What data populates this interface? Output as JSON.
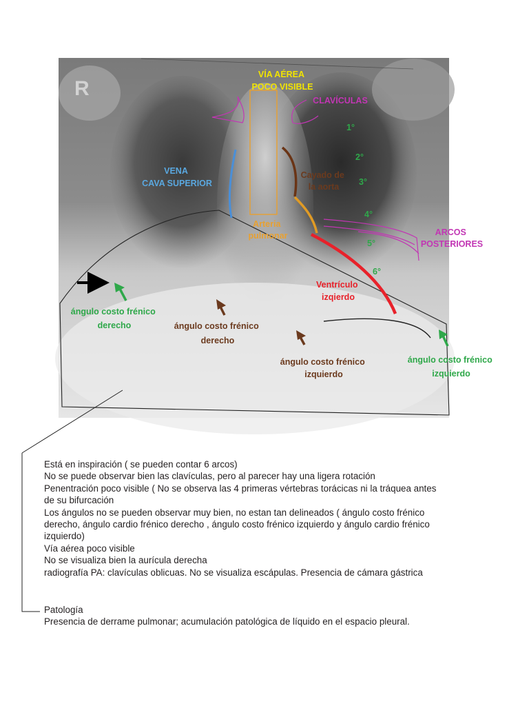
{
  "labels": {
    "airway": [
      "VÍA AÉREA",
      "POCO VISIBLE"
    ],
    "clavicles": "CLAVÍCULAS",
    "vena_cava": [
      "VENA",
      "CAVA SUPERIOR"
    ],
    "aortic_arch": [
      "Cayado de",
      "la aorta"
    ],
    "pulmonary_artery": [
      "Arteria",
      "pulmonar"
    ],
    "posterior_arcs": [
      "ARCOS",
      "POSTERIORES"
    ],
    "ribs": [
      "1°",
      "2°",
      "3°",
      "4°",
      "5°",
      "6°"
    ],
    "left_ventricle": [
      "Ventrículo",
      "izqierdo"
    ],
    "angle_right_green": [
      "ángulo costo frénico",
      "derecho"
    ],
    "angle_right_brown": [
      "ángulo costo frénico",
      "derecho"
    ],
    "angle_left_brown": [
      "ángulo costo frénico",
      "izquierdo"
    ],
    "angle_left_green": [
      "ángulo costo frénico",
      "izquierdo"
    ]
  },
  "colors": {
    "yellow": "#f2e400",
    "orange": "#e8a030",
    "magenta": "#c236b4",
    "green": "#2fa84a",
    "brown": "#6b3a1e",
    "blue": "#5aa8e0",
    "red": "#e8212a",
    "aorta_brown": "#6a3415",
    "aorta_orange": "#e09b25"
  },
  "notes": [
    "Está en inspiración ( se pueden contar 6 arcos)",
    "No se puede observar bien las clavículas, pero al parecer hay una ligera rotación",
    "Penentración poco visible  ( No se observa  las 4 primeras vértebras torácicas ni la tráquea antes",
    "de su bifurcación",
    "Los ángulos no se pueden observar muy bien, no estan tan delineados ( ángulo costo frénico",
    "derecho, ángulo cardio frénico derecho ,  ángulo costo frénico izquierdo y ángulo cardio frénico",
    "izquierdo)",
    "Vía aérea poco visible",
    "No se visualiza bien la aurícula derecha",
    "radiografía PA: clavículas oblicuas. No se visualiza escápulas. Presencia de cámara gástrica"
  ],
  "pathology": {
    "title": "Patología",
    "text": "Presencia de derrame pulmonar; acumulación patológica de líquido en el espacio pleural."
  }
}
